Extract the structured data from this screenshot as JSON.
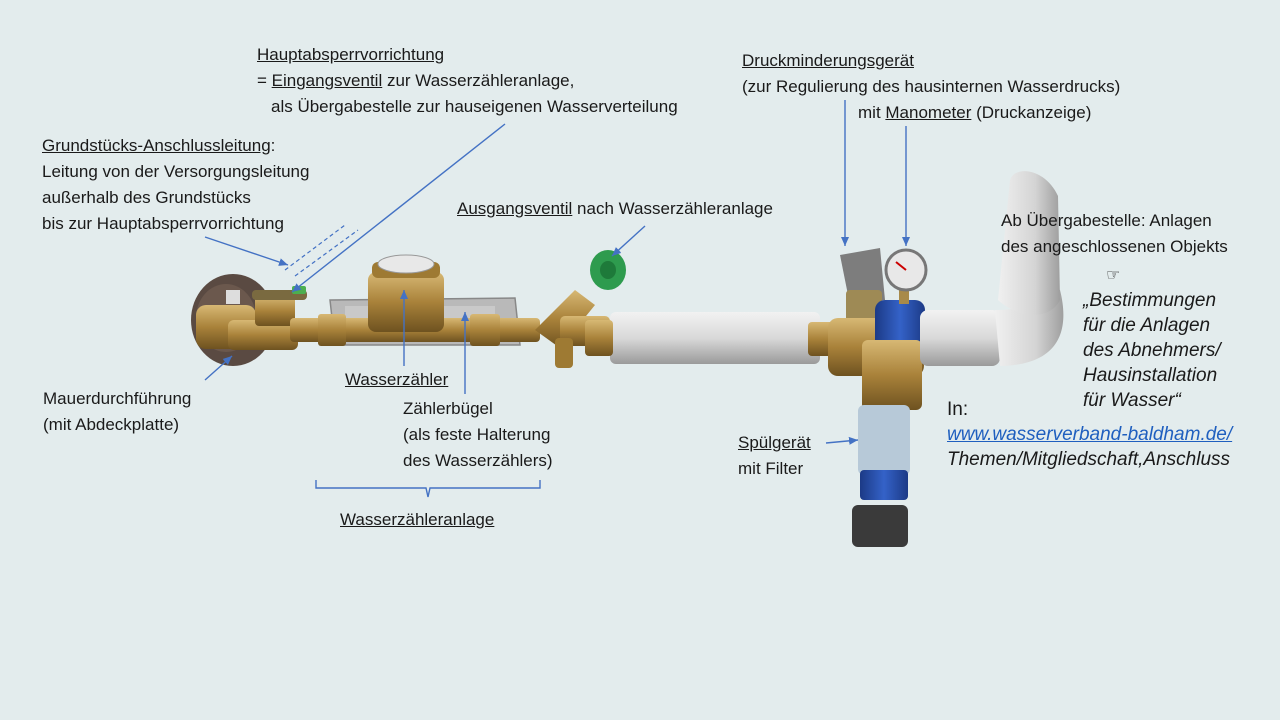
{
  "labels": {
    "hauptabsperr": {
      "title": "Hauptabsperrvorrichtung",
      "line2_prefix": "= ",
      "line2_term": "Eingangsventil",
      "line2_rest": " zur Wasserzähleranlage,",
      "line3": "als Übergabestelle zur hauseigenen Wasserverteilung"
    },
    "anschluss": {
      "title": "Grundstücks-Anschlussleitung",
      "title_suffix": ":",
      "line2": "Leitung von der Versorgungsleitung",
      "line3": "außerhalb des Grundstücks",
      "line4": "bis zur Hauptabsperrvorrichtung"
    },
    "ausgang": {
      "term": "Ausgangsventil",
      "rest": " nach Wasserzähleranlage"
    },
    "druck": {
      "title": "Druckminderungsgerät",
      "line2": "(zur Regulierung des hausinternen Wasserdrucks)",
      "line3_prefix": "mit ",
      "line3_term": "Manometer",
      "line3_rest": " (Druckanzeige)"
    },
    "uebergabe": {
      "line1": "Ab Übergabestelle: Anlagen",
      "line2": "des angeschlossenen Objekts"
    },
    "pointing_hand": "☞",
    "bestimmungen": {
      "line1": "„Bestimmungen",
      "line2": "für die Anlagen",
      "line3": "des Abnehmers/",
      "line4": "Hausinstallation",
      "line5": "für Wasser“"
    },
    "in": "In:",
    "url": "www.wasserverband-baldham.de/",
    "themen": "Themen/Mitgliedschaft,Anschluss",
    "mauer": {
      "line1": "Mauerdurchführung",
      "line2": "(mit Abdeckplatte)"
    },
    "wasserzaehler": "Wasserzähler",
    "buegel": {
      "line1": "Zählerbügel",
      "line2": "(als feste Halterung",
      "line3": "des Wasserzählers)"
    },
    "anlage": "Wasserzähleranlage",
    "spuel": {
      "line1": "Spülgerät",
      "line2": "mit Filter"
    }
  },
  "colors": {
    "background": "#e3eced",
    "arrow": "#4472c4",
    "brass": "#b08a3e",
    "pipe_white": "#d8d8d8",
    "valve_green": "#2e9b4e",
    "filter_blue": "#2b4fa8"
  }
}
